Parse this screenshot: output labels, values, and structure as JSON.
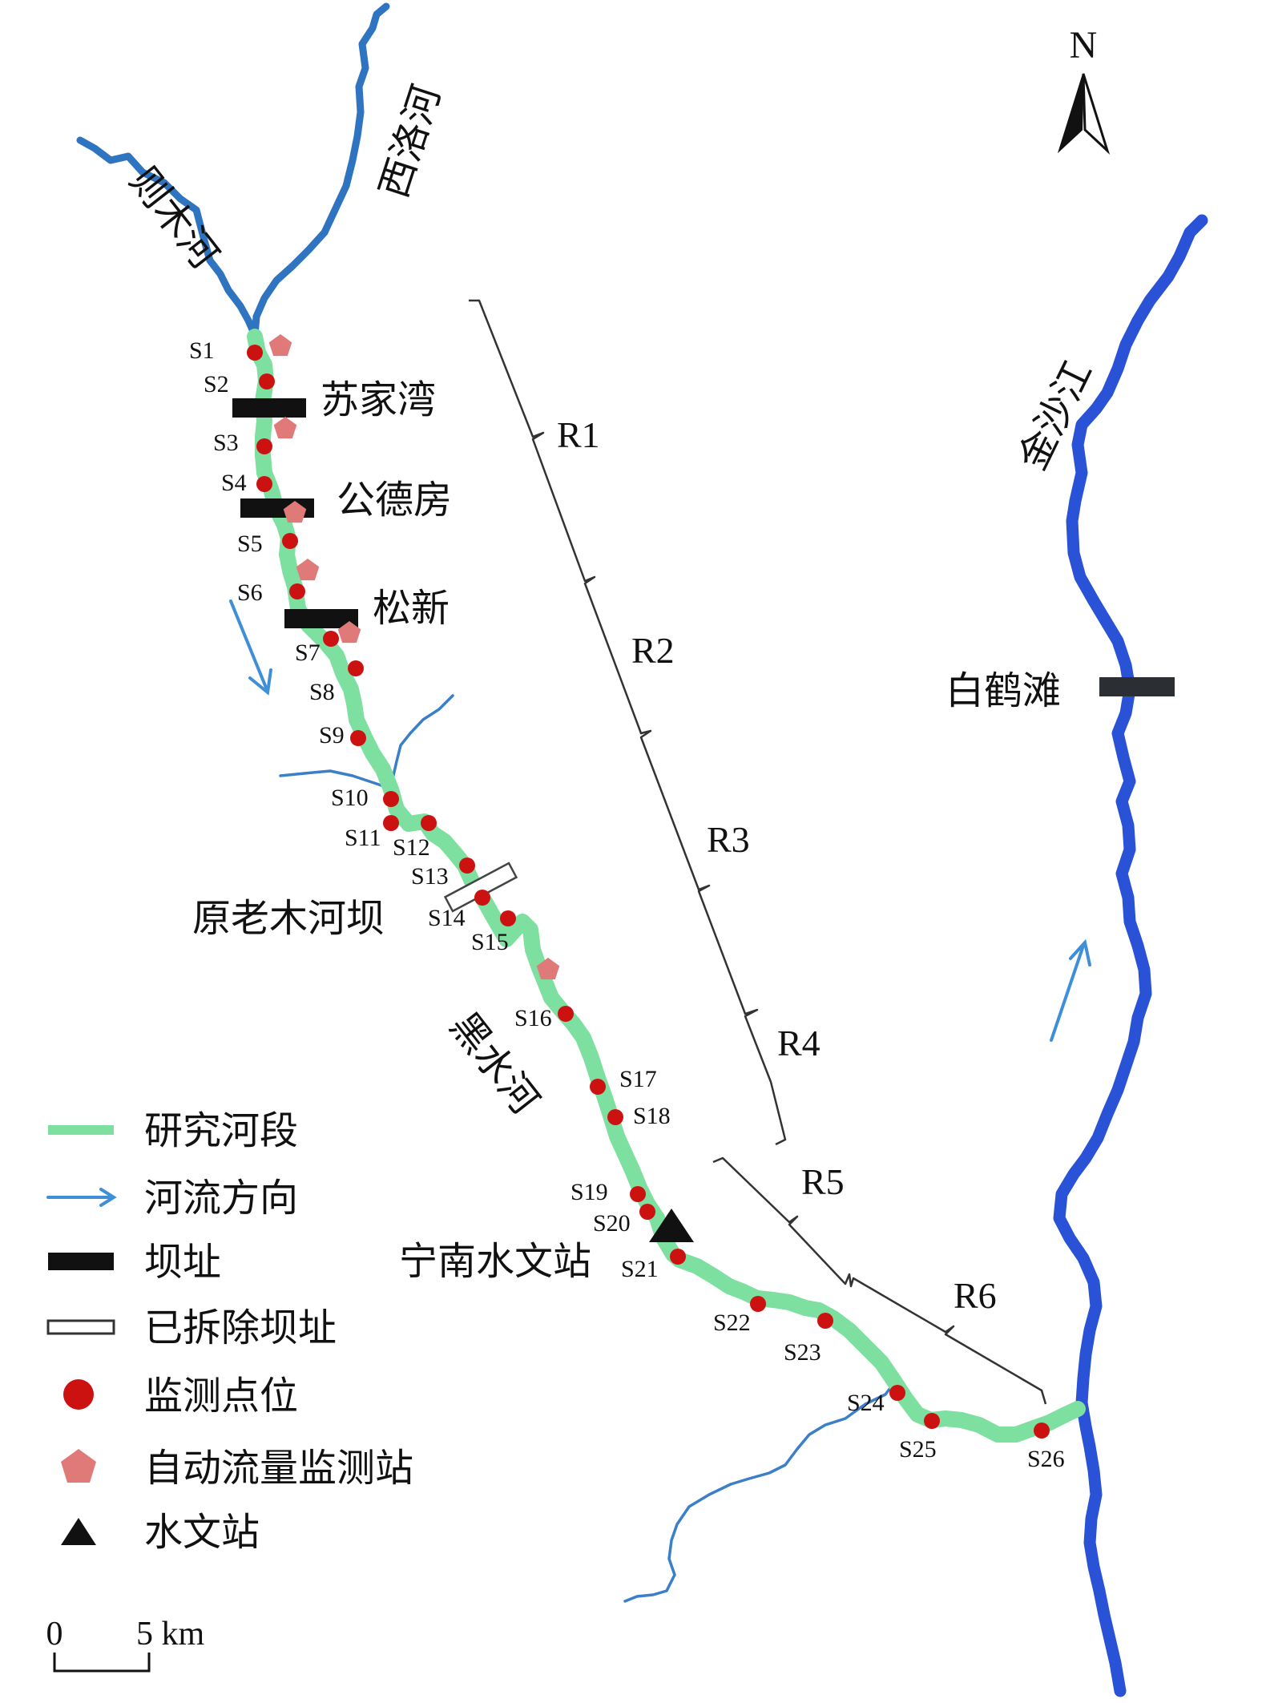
{
  "north": {
    "label": "N"
  },
  "rivers": {
    "zemu": "则木河",
    "xiluo": "西洛河",
    "heishui": "黑水河",
    "jinsha": "金沙江"
  },
  "dams": {
    "sujiawan": "苏家湾",
    "gongdefang": "公德房",
    "songxin": "松新",
    "baihetan": "白鹤滩",
    "removed": "原老木河坝"
  },
  "hydro_station": "宁南水文站",
  "reaches": [
    "R1",
    "R2",
    "R3",
    "R4",
    "R5",
    "R6"
  ],
  "sites": [
    "S1",
    "S2",
    "S3",
    "S4",
    "S5",
    "S6",
    "S7",
    "S8",
    "S9",
    "S10",
    "S11",
    "S12",
    "S13",
    "S14",
    "S15",
    "S16",
    "S17",
    "S18",
    "S19",
    "S20",
    "S21",
    "S22",
    "S23",
    "S24",
    "S25",
    "S26"
  ],
  "legend": {
    "study_reach": "研究河段",
    "flow_direction": "河流方向",
    "dam_site": "坝址",
    "removed_dam": "已拆除坝址",
    "monitoring_site": "监测点位",
    "auto_flow_station": "自动流量监测站",
    "hydrological_station": "水文站"
  },
  "scale": {
    "zero": "0",
    "five": "5 km"
  },
  "colors": {
    "study_reach": "#7ee0a0",
    "tributary": "#2e74c0",
    "jinsha": "#2952d6",
    "minor": "#3a7fc8",
    "site": "#cc1111",
    "auto_station": "#e07a78",
    "dam": "#111111",
    "baihetan_dam": "#2b2f33",
    "arrow": "#3f8fd8"
  }
}
